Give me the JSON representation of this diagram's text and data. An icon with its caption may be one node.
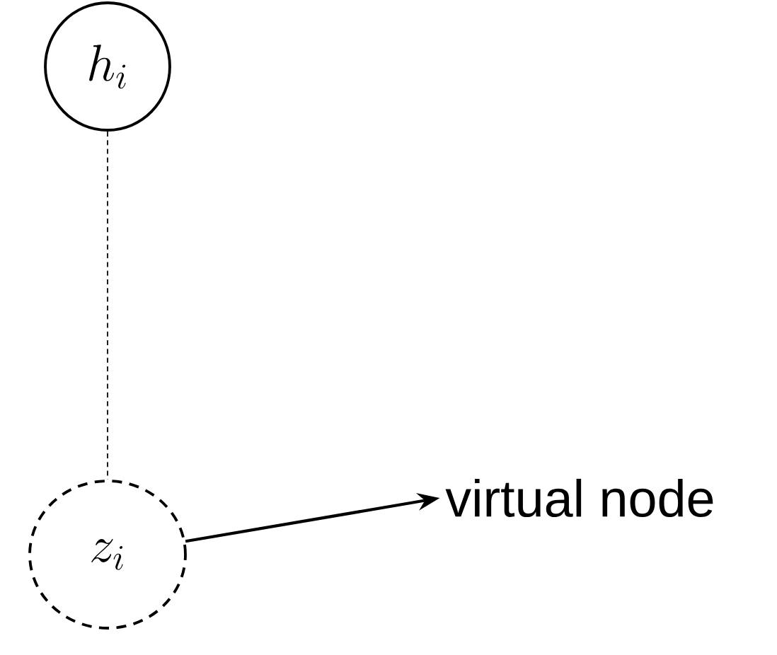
{
  "diagram": {
    "nodes": [
      {
        "text": [
          "h_i"
        ]
      },
      {
        "text": [
          "z_i"
        ]
      },
      {
        "text": [
          "virtual node"
        ]
      }
    ],
    "edges": [
      {
        "from": 0,
        "to": 1,
        "arrow": "none",
        "style": "dashed"
      },
      {
        "from": 1,
        "to": 2,
        "arrow": "to"
      }
    ]
  }
}
